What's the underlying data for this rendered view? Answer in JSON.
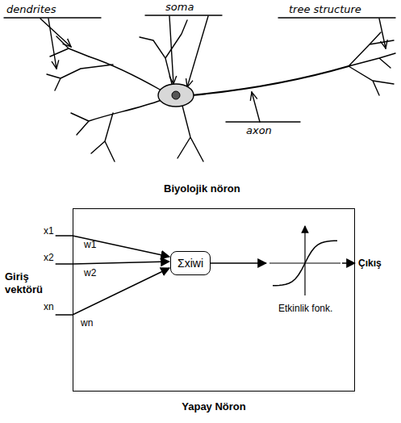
{
  "diagram": {
    "nodes": [
      {
        "text": [
          "Yapay Nöron"
        ]
      },
      {
        "text": [
          "Σxiwi"
        ],
        "in": 0
      }
    ],
    "labels": [
      "dendrites",
      "soma",
      "tree structure",
      "axon",
      "Biyolojik nöron",
      "x1",
      "x2",
      "xn",
      "w1",
      "w2",
      "wn",
      "Giriş vektörü",
      "Etkinlik fonk.",
      "Çıkış"
    ]
  }
}
